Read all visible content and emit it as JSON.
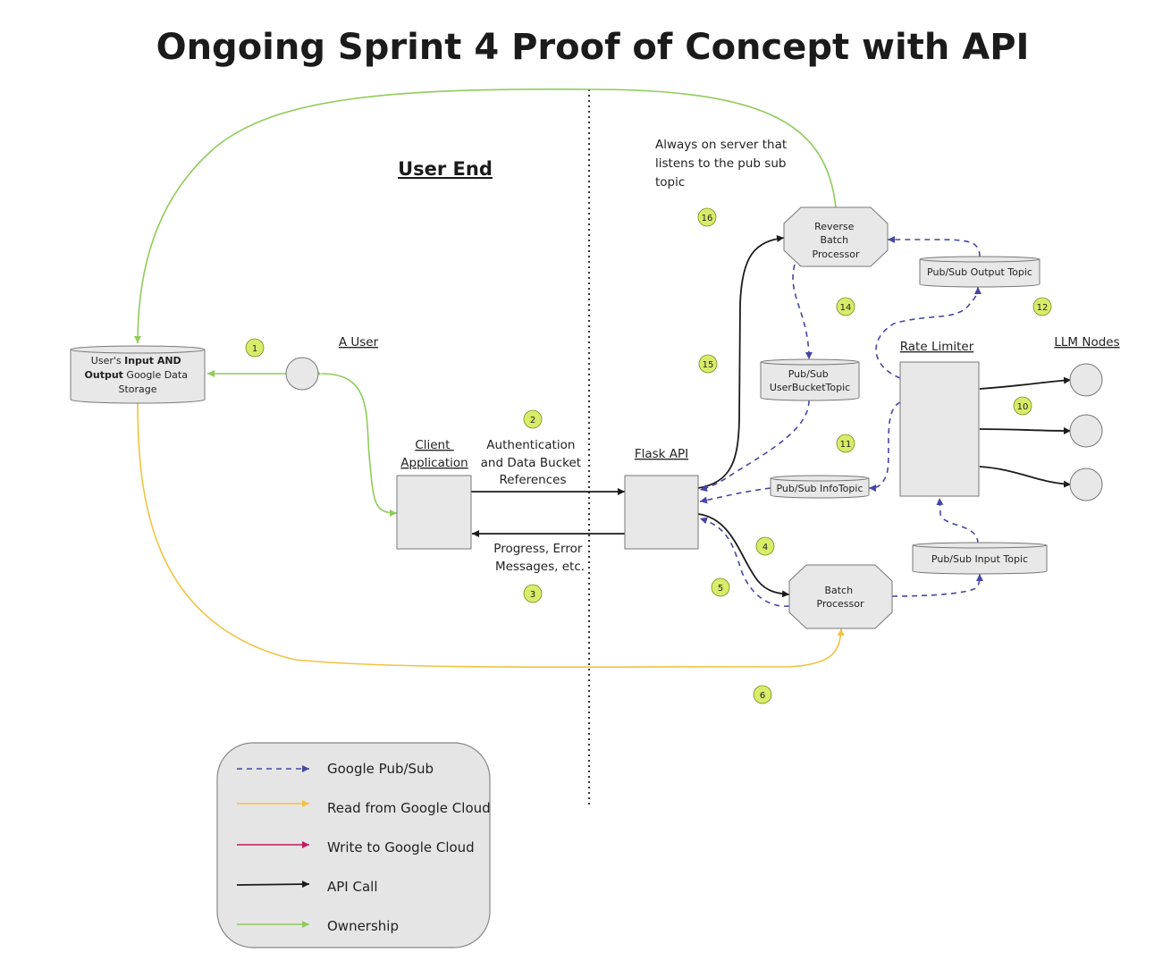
{
  "title": "Ongoing Sprint 4 Proof of Concept with API",
  "section_label": "User End",
  "note": [
    "Always on server that",
    "listens to the pub sub",
    "topic"
  ],
  "nodes": {
    "storage": {
      "line1": [
        "User's ",
        "Input AND"
      ],
      "line2": [
        "Output",
        " Google Data"
      ],
      "line3": "Storage"
    },
    "user": "A User",
    "client_app": [
      "Client ",
      "Application"
    ],
    "flask_api": "Flask API",
    "reverse_batch": [
      "Reverse",
      "Batch",
      "Processor"
    ],
    "batch": [
      "Batch",
      "Processor"
    ],
    "pubsub_output": "Pub/Sub Output Topic",
    "pubsub_userbucket": [
      "Pub/Sub",
      "UserBucketTopic"
    ],
    "pubsub_info": "Pub/Sub InfoTopic",
    "pubsub_input": "Pub/Sub Input Topic",
    "rate_limiter": "Rate Limiter",
    "llm_nodes": "LLM Nodes "
  },
  "edge_labels": {
    "auth": [
      "Authentication",
      "and Data Bucket",
      "References"
    ],
    "progress": [
      "Progress, Error",
      "Messages, etc."
    ]
  },
  "badges": [
    "1",
    "2",
    "3",
    "4",
    "5",
    "6",
    "10",
    "11",
    "12",
    "14",
    "15",
    "16"
  ],
  "legend": [
    {
      "label": "Google Pub/Sub",
      "color": "#4546a6"
    },
    {
      "label": "Read from Google Cloud",
      "color": "#f2c242"
    },
    {
      "label": "Write to Google Cloud",
      "color": "#c2185b"
    },
    {
      "label": "API Call",
      "color": "#1b1b1b"
    },
    {
      "label": "Ownership",
      "color": "#8fcc5a"
    }
  ],
  "colors": {
    "badge": "#d8ec6a",
    "box": "#e8e8e8"
  }
}
